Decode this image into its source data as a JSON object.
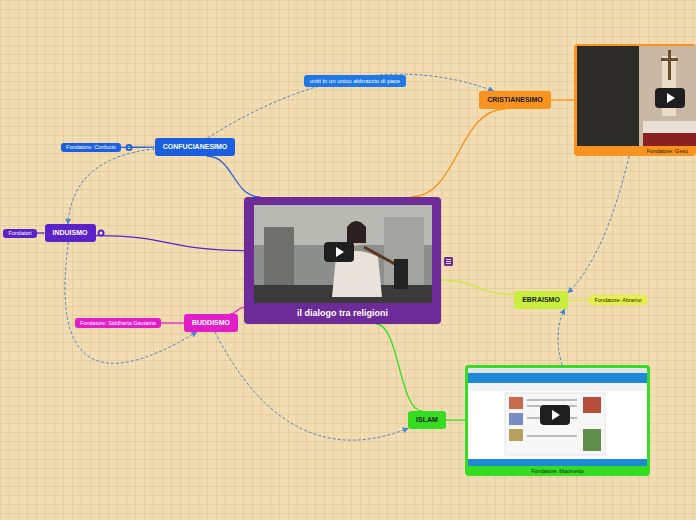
{
  "diagram": {
    "nodes": [
      {
        "text": [
          "il dialogo tra religioni"
        ]
      },
      {
        "text": [
          "CONFUCIANESIMO"
        ]
      },
      {
        "text": [
          "Fondatore: Confucio"
        ]
      },
      {
        "text": [
          "CRISTIANESIMO"
        ]
      },
      {
        "text": [
          "Fondatore: Gesù"
        ]
      },
      {
        "text": [
          "INDUISMO"
        ]
      },
      {
        "text": [
          "Fondatori"
        ]
      },
      {
        "text": [
          "BUDDISMO"
        ]
      },
      {
        "text": [
          "Fondatore: Siddharta Gautama"
        ]
      },
      {
        "text": [
          "EBRAISMO"
        ]
      },
      {
        "text": [
          "Fondatore: Abramo"
        ]
      },
      {
        "text": [
          "ISLAM"
        ]
      },
      {
        "text": [
          "Fondatore: Maometto"
        ]
      }
    ],
    "edges": [
      {
        "from": 0,
        "to": 1,
        "arrow": "none"
      },
      {
        "from": 0,
        "to": 3,
        "arrow": "none"
      },
      {
        "from": 0,
        "to": 5,
        "arrow": "none"
      },
      {
        "from": 0,
        "to": 7,
        "arrow": "none"
      },
      {
        "from": 0,
        "to": 9,
        "arrow": "none"
      },
      {
        "from": 0,
        "to": 11,
        "arrow": "none"
      },
      {
        "from": 1,
        "to": 2,
        "arrow": "none"
      },
      {
        "from": 3,
        "to": 4,
        "arrow": "none"
      },
      {
        "from": 5,
        "to": 6,
        "arrow": "none"
      },
      {
        "from": 7,
        "to": 8,
        "arrow": "none"
      },
      {
        "from": 9,
        "to": 10,
        "arrow": "none"
      },
      {
        "from": 11,
        "to": 12,
        "arrow": "none"
      },
      {
        "from": 1,
        "to": 3,
        "label": "uniti in un unico abbraccio di pace",
        "arrow": "to"
      },
      {
        "from": 1,
        "to": 5,
        "arrow": "to"
      },
      {
        "from": 5,
        "to": 7,
        "arrow": "to"
      },
      {
        "from": 7,
        "to": 11,
        "arrow": "to"
      },
      {
        "from": 12,
        "to": 9,
        "arrow": "to"
      },
      {
        "from": 4,
        "to": 9,
        "arrow": "to"
      }
    ]
  }
}
